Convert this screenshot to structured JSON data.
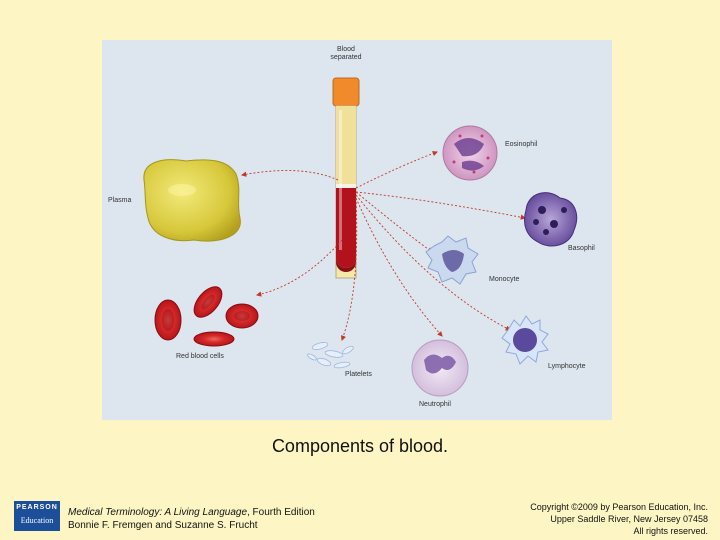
{
  "figure": {
    "tube_label_line1": "Blood",
    "tube_label_line2": "separated",
    "plasma": "Plasma",
    "red_blood_cells": "Red blood cells",
    "platelets": "Platelets",
    "eosinophil": "Eosinophil",
    "basophil": "Basophil",
    "monocyte": "Monocyte",
    "lymphocyte": "Lymphocyte",
    "neutrophil": "Neutrophil"
  },
  "caption": "Components of blood.",
  "footer": {
    "logo_line1": "PEARSON",
    "logo_line2": "Education",
    "book_title": "Medical Terminology: A Living Language",
    "book_edition": ", Fourth Edition",
    "book_authors": "Bonnie F. Fremgen and Suzanne S. Frucht",
    "copyright_line1": "Copyright ©2009 by Pearson Education, Inc.",
    "copyright_line2": "Upper Saddle River, New Jersey 07458",
    "copyright_line3": "All rights reserved."
  },
  "colors": {
    "slide_background": "#fdf6c4",
    "figure_background": "#dde6ee",
    "plasma": "#d9c93a",
    "red_cells": "#c8161e",
    "arrows": "#c0392b"
  }
}
